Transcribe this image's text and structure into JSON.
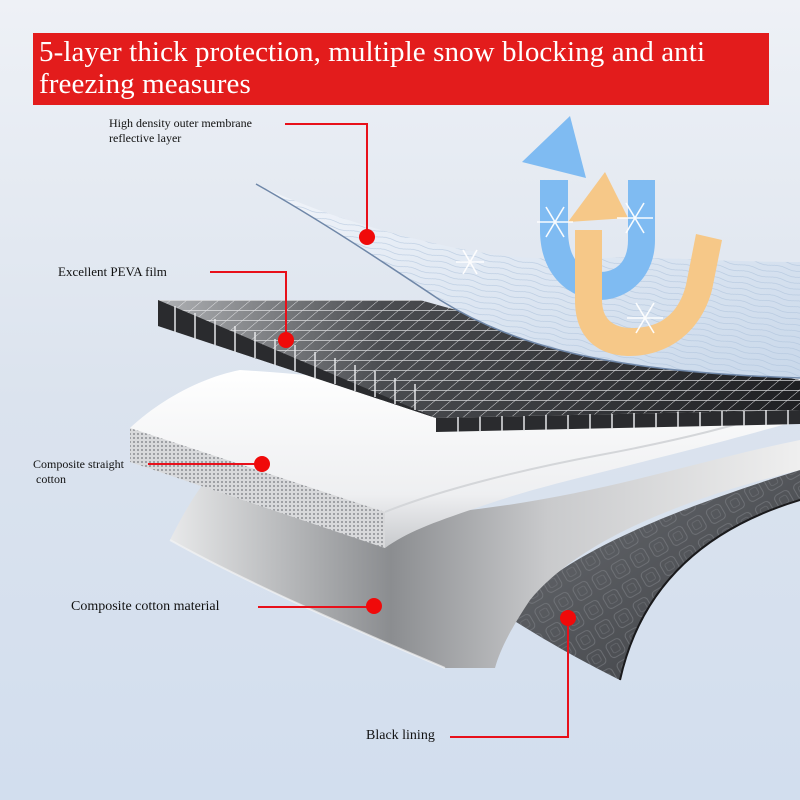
{
  "banner": {
    "line1": "5-layer thick protection, multiple snow blocking and anti",
    "line2": "freezing measures",
    "color": "#e31c1c"
  },
  "layers": [
    {
      "label_line1": "High density outer membrane",
      "label_line2": "reflective layer"
    },
    {
      "label_line1": "Excellent PEVA film"
    },
    {
      "label_line1": "Composite straight",
      "label_line2": " cotton"
    },
    {
      "label_line1": "Composite cotton material"
    },
    {
      "label_line1": "Black lining"
    }
  ],
  "icons": {
    "cold_arrow": "blue-up-u-turn-arrow",
    "warm_arrow": "orange-up-u-turn-arrow",
    "snowflake": "snowflake"
  },
  "colors": {
    "callout": "#e8101a",
    "cold_arrow": "#7fbbf2",
    "warm_arrow": "#f6c888",
    "background": "#dfe6f0"
  }
}
